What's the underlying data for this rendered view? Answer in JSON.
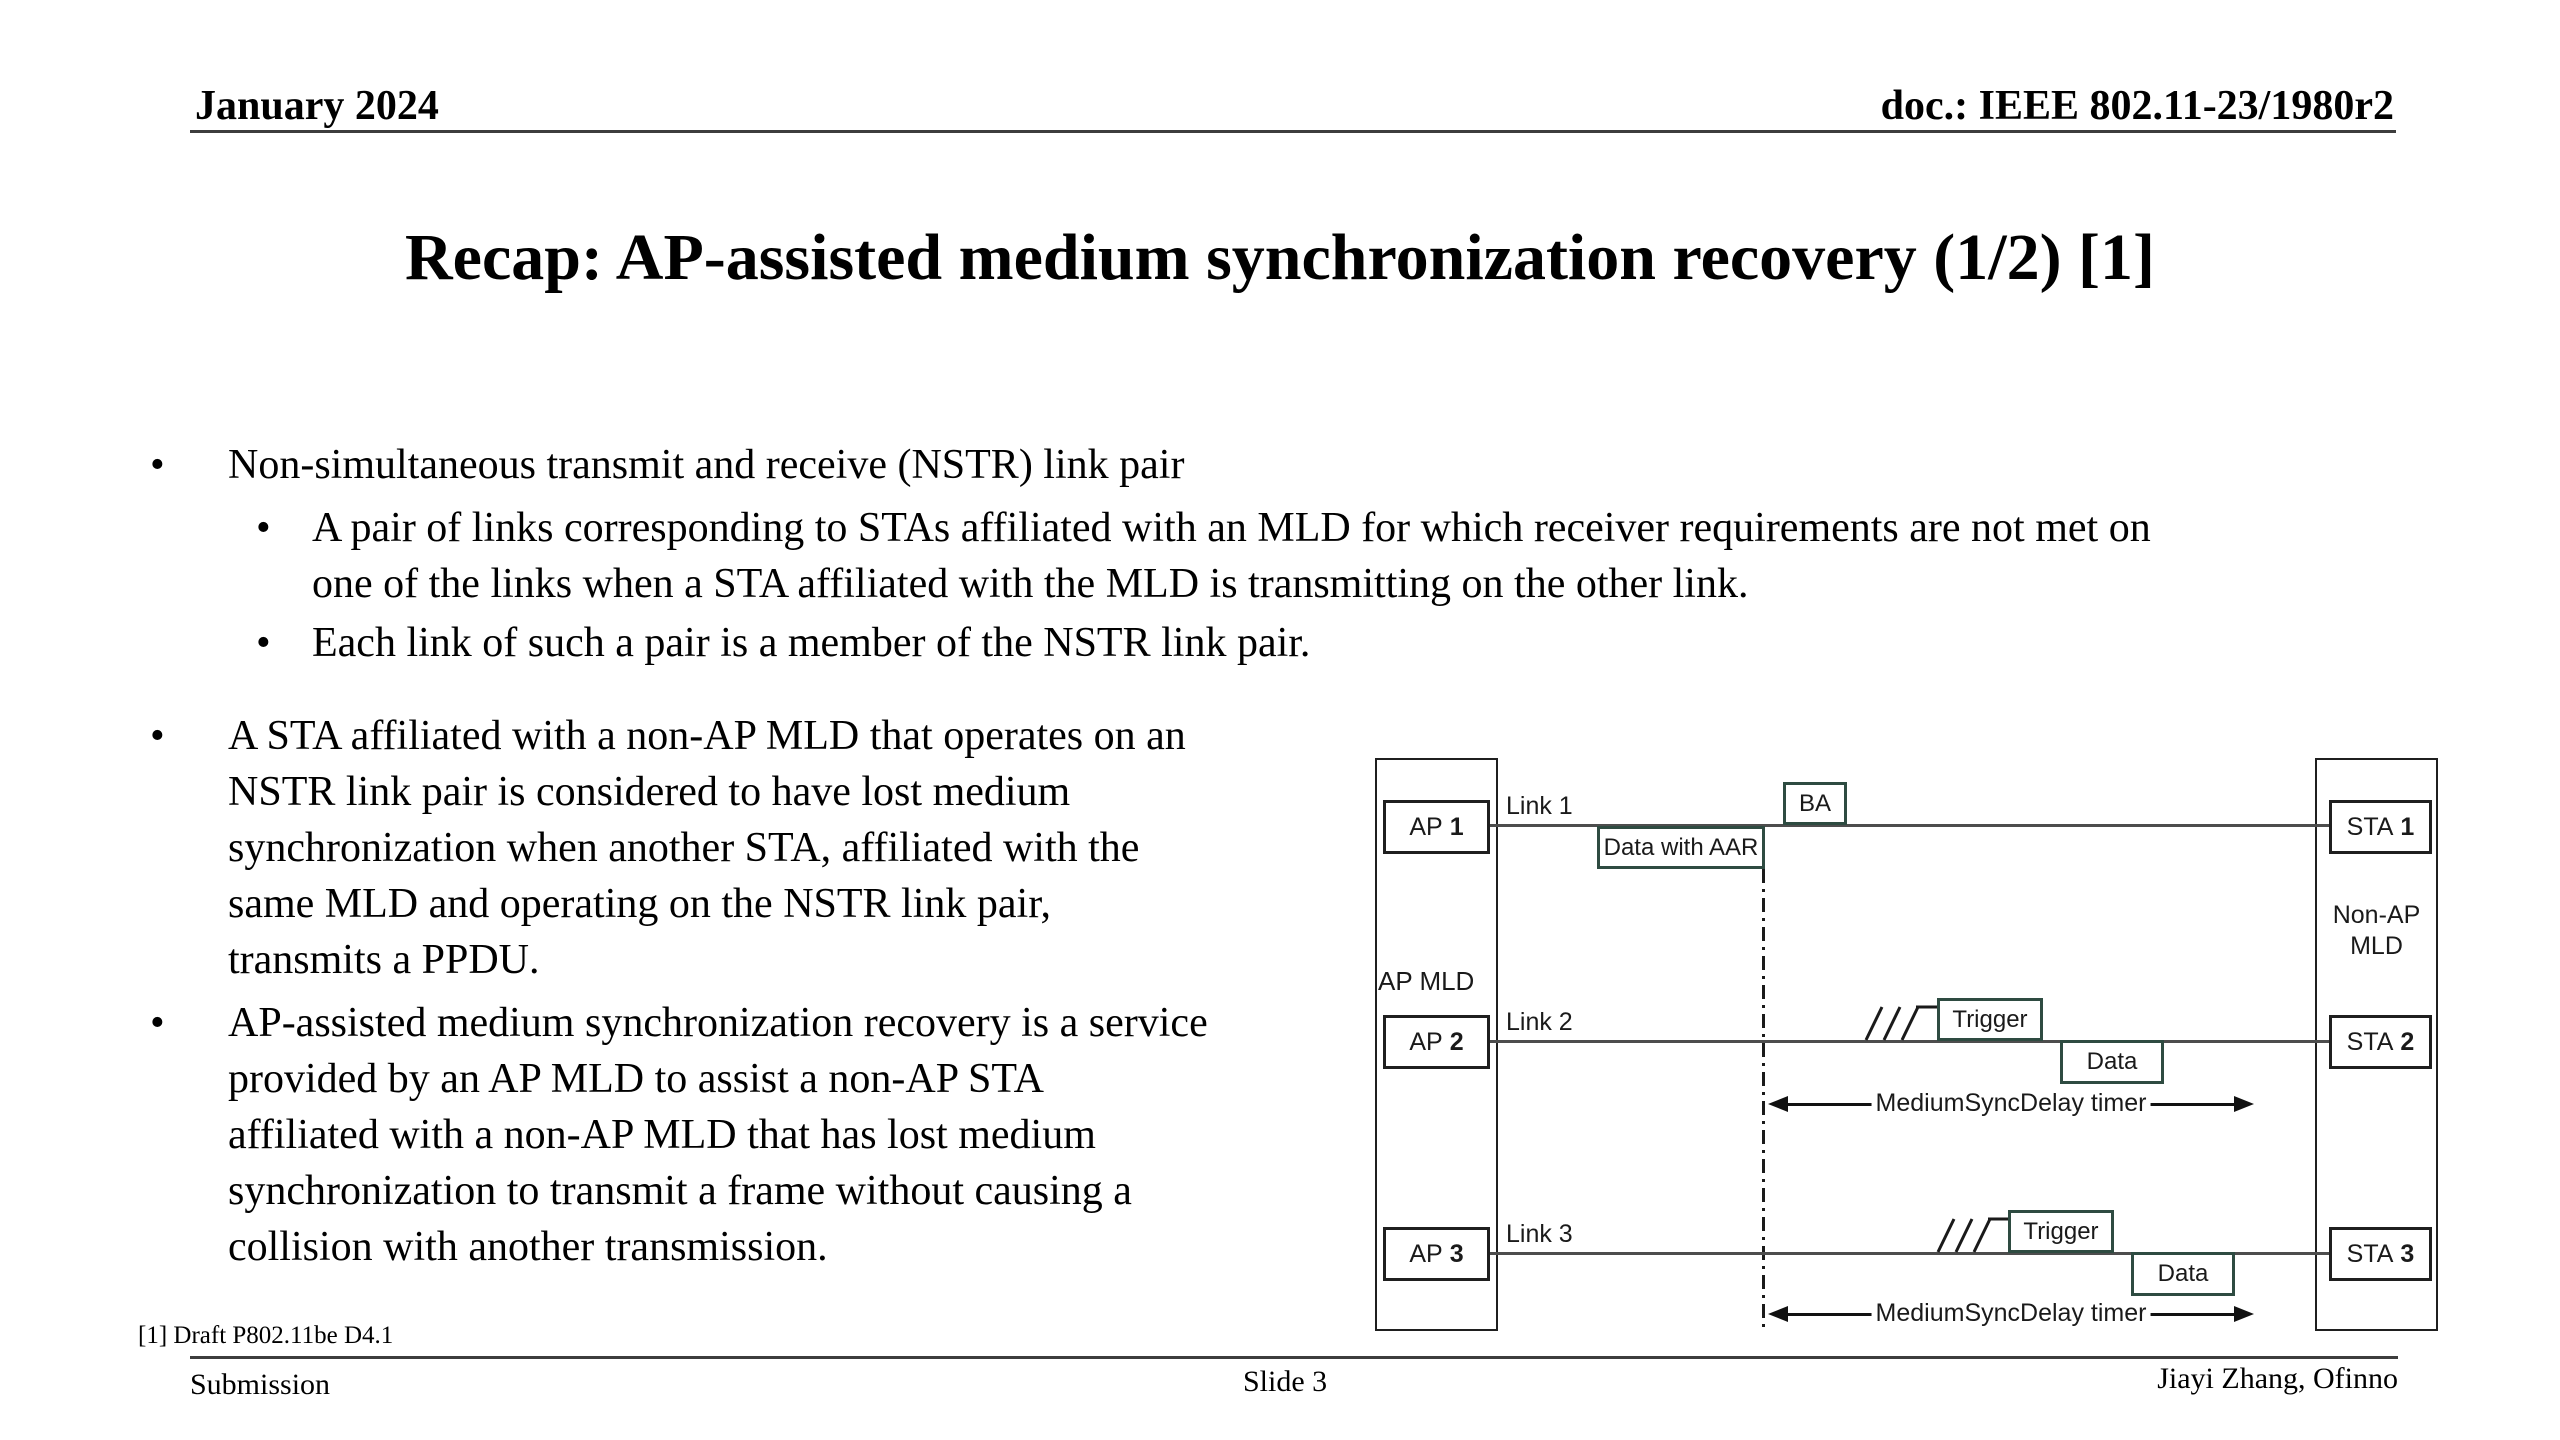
{
  "header": {
    "date": "January 2024",
    "doc": "doc.: IEEE 802.11-23/1980r2"
  },
  "title": "Recap: AP-assisted medium synchronization recovery (1/2) [1]",
  "bullet_glyph": "•",
  "bullets": {
    "b1": "Non-simultaneous transmit and receive (NSTR) link pair",
    "b1_sub1": "A pair of links corresponding to STAs affiliated with an MLD for which receiver requirements are not met on\none of the links when a STA affiliated with the MLD is transmitting on the other link.",
    "b1_sub2": "Each link of such a pair is a member of the NSTR link pair.",
    "b2": "A STA affiliated with a non-AP MLD that operates on an\nNSTR link pair is considered to have lost medium\nsynchronization when another STA, affiliated with the\nsame MLD and operating on the NSTR link pair,\ntransmits a PPDU.",
    "b3": "AP-assisted medium synchronization recovery is a service\nprovided by an AP MLD to assist a non-AP STA\naffiliated with a non-AP MLD that has lost medium\nsynchronization to transmit a frame without causing a\ncollision with another transmission."
  },
  "diagram": {
    "ap_mld_label": "AP MLD",
    "non_ap_mld_label": "Non-AP\nMLD",
    "nodes": {
      "ap1": {
        "prefix": "AP",
        "num": "1"
      },
      "ap2": {
        "prefix": "AP",
        "num": "2"
      },
      "ap3": {
        "prefix": "AP",
        "num": "3"
      },
      "sta1": {
        "prefix": "STA",
        "num": "1"
      },
      "sta2": {
        "prefix": "STA",
        "num": "2"
      },
      "sta3": {
        "prefix": "STA",
        "num": "3"
      }
    },
    "links": [
      "Link 1",
      "Link 2",
      "Link 3"
    ],
    "frames": {
      "ba": "BA",
      "data_with_aar": "Data with AAR",
      "trigger": "Trigger",
      "data": "Data"
    },
    "timer_label": "MediumSyncDelay timer",
    "colors": {
      "frame_border": "#2e4b41",
      "link_line": "#4d4d4d",
      "text": "#000000"
    }
  },
  "footer": {
    "reference": "[1] Draft P802.11be D4.1",
    "submission": "Submission",
    "slide": "Slide 3",
    "author": "Jiayi Zhang, Ofinno"
  }
}
